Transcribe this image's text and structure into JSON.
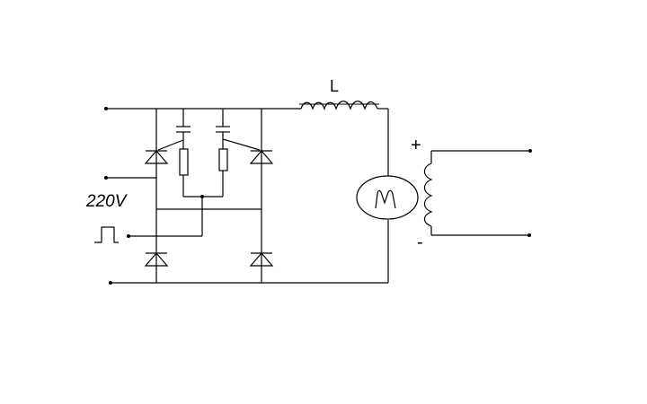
{
  "labels": {
    "inductor": "L",
    "voltage": "220V",
    "plus": "+",
    "minus": "-",
    "motor": "M"
  },
  "components": [
    {
      "name": "inductor",
      "symbol": "coil"
    },
    {
      "name": "motor",
      "symbol": "circle"
    },
    {
      "name": "field-winding",
      "symbol": "coil"
    },
    {
      "name": "thyristor-top-left",
      "symbol": "scr"
    },
    {
      "name": "thyristor-top-right",
      "symbol": "scr"
    },
    {
      "name": "diode-bottom-left",
      "symbol": "diode"
    },
    {
      "name": "diode-bottom-right",
      "symbol": "diode"
    },
    {
      "name": "capacitor-left",
      "symbol": "capacitor"
    },
    {
      "name": "capacitor-right",
      "symbol": "capacitor"
    },
    {
      "name": "resistor-left",
      "symbol": "resistor"
    },
    {
      "name": "resistor-right",
      "symbol": "resistor"
    },
    {
      "name": "trigger-pulse",
      "symbol": "pulse"
    }
  ],
  "colors": {
    "ink": "#000000",
    "background": "#ffffff"
  }
}
